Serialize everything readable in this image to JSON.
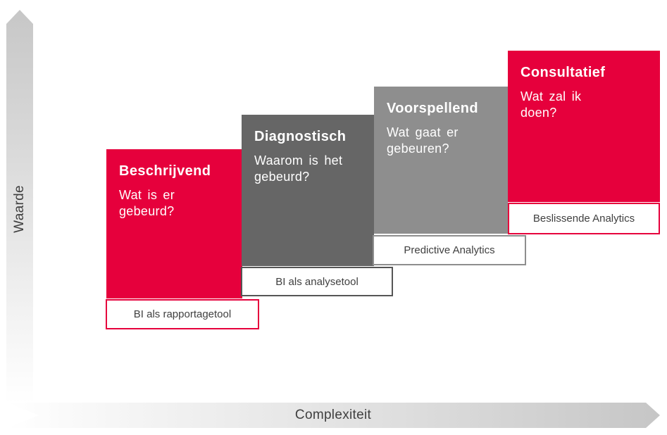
{
  "diagram": {
    "title_semantic": "Analytics maturity staircase",
    "background": "#ffffff"
  },
  "axes": {
    "y": {
      "label": "Waarde",
      "gradient_start": "#c7c7c7",
      "gradient_end": "#ffffff"
    },
    "x": {
      "label": "Complexiteit",
      "gradient_start": "#ffffff",
      "gradient_end": "#c6c6c6"
    }
  },
  "colors": {
    "accent_red": "#e6003c",
    "dark_gray": "#666666",
    "mid_gray": "#8e8e8e",
    "text_dark": "#404040",
    "text_on_box": "#ffffff"
  },
  "boxes": [
    {
      "id": "beschrijvend",
      "title": "Beschrijvend",
      "question_line1": "Wat is er",
      "question_line2": "gebeurd?",
      "tag": "BI als rapportagetool",
      "color": "#e6003c",
      "tag_border": "#e6003c"
    },
    {
      "id": "diagnostisch",
      "title": "Diagnostisch",
      "question_line1": "Waarom is het",
      "question_line2": "gebeurd?",
      "tag": "BI als analysetool",
      "color": "#666666",
      "tag_border": "#555555"
    },
    {
      "id": "voorspellend",
      "title": "Voorspellend",
      "question_line1": "Wat gaat er",
      "question_line2": "gebeuren?",
      "tag": "Predictive Analytics",
      "color": "#8e8e8e",
      "tag_border": "#8e8e8e"
    },
    {
      "id": "consultatief",
      "title": "Consultatief",
      "question_line1": "Wat zal ik",
      "question_line2": "doen?",
      "tag": "Beslissende Analytics",
      "color": "#e6003c",
      "tag_border": "#e6003c"
    }
  ]
}
